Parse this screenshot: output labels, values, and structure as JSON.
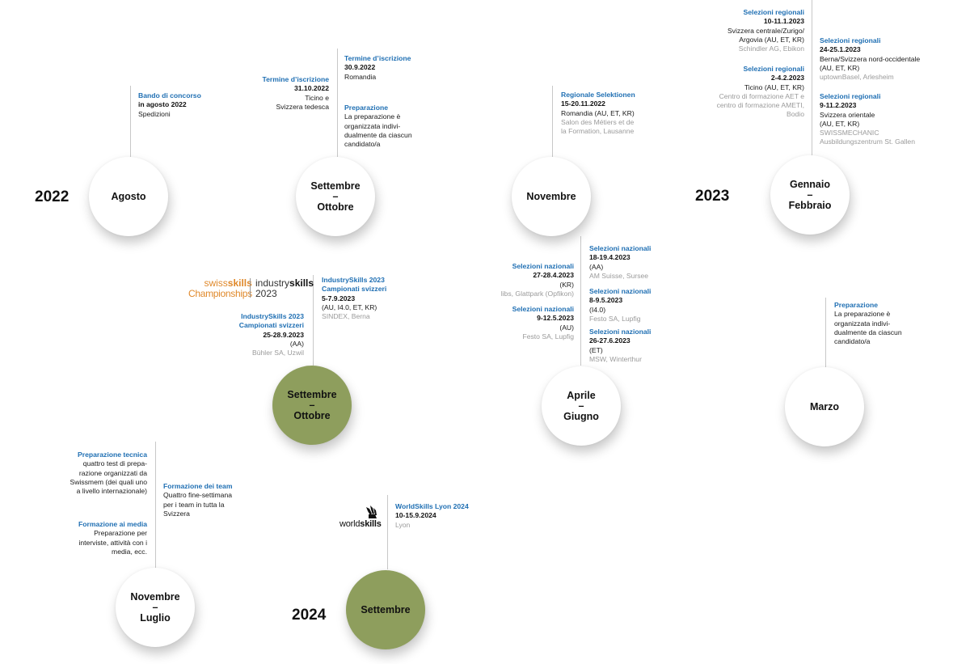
{
  "years": {
    "y2022": "2022",
    "y2023": "2023",
    "y2024": "2024"
  },
  "circles": {
    "agosto": [
      "Agosto"
    ],
    "sett_ott_1": [
      "Settembre",
      "–",
      "Ottobre"
    ],
    "novembre": [
      "Novembre"
    ],
    "genn_febb": [
      "Gennaio",
      "–",
      "Febbraio"
    ],
    "sett_ott_2": [
      "Settembre",
      "–",
      "Ottobre"
    ],
    "apr_giu": [
      "Aprile",
      "–",
      "Giugno"
    ],
    "marzo": [
      "Marzo"
    ],
    "nov_lug": [
      "Novembre",
      "–",
      "Luglio"
    ],
    "settembre": [
      "Settembre"
    ]
  },
  "blocks": {
    "bando": [
      "Bando di concorso",
      "in agosto 2022",
      "Spedizioni"
    ],
    "termine_ti": [
      "Termine d’iscrizione",
      "31.10.2022",
      "Ticino e",
      "Svizzera tedesca"
    ],
    "termine_ro": [
      "Termine d’iscrizione",
      "30.9.2022",
      "Romandia"
    ],
    "prep1": [
      "Preparazione",
      "La preparazione è",
      "organizzata indivi-",
      "dualmente da ciascun",
      "candidato/a"
    ],
    "reg_sel": [
      "Regionale Selektionen",
      "15-20.11.2022",
      "Romandia (AU, ET, KR)",
      "Salon des Métiers et de",
      "la Formation, Lausanne"
    ],
    "sr1": [
      "Selezioni regionali",
      "10-11.1.2023",
      "Svizzera centrale/Zurigo/",
      "Argovia  (AU, ET, KR)",
      "Schindler AG, Ebikon"
    ],
    "sr2": [
      "Selezioni regionali",
      "2-4.2.2023",
      "Ticino (AU, ET, KR)",
      "Centro di formazione AET e",
      "centro di formazione AMETI,",
      "Bodio"
    ],
    "sr3": [
      "Selezioni regionali",
      "24-25.1.2023",
      "Berna/Svizzera nord-occidentale",
      "(AU, ET, KR)",
      "uptownBasel, Arlesheim"
    ],
    "sr4": [
      "Selezioni regionali",
      "9-11.2.2023",
      "Svizzera orientale",
      "(AU, ET, KR)",
      "SWISSMECHANIC",
      "Ausbildungszentrum St. Gallen"
    ],
    "is_aa": [
      "IndustrySkills 2023",
      "Campionati svizzeri",
      "25-28.9.2023",
      "(AA)",
      "Bühler SA, Uzwil"
    ],
    "is_au": [
      "IndustrySkills 2023",
      "Campionati svizzeri",
      "5-7.9.2023",
      "(AU, I4.0, ET, KR)",
      "SINDEX, Berna"
    ],
    "sn_kr": [
      "Selezioni nazionali",
      "27-28.4.2023",
      "(KR)",
      "libs, Glattpark (Opfikon)"
    ],
    "sn_au": [
      "Selezioni nazionali",
      "9-12.5.2023",
      "(AU)",
      "Festo SA, Lupfig"
    ],
    "sn_aa": [
      "Selezioni nazionali",
      "18-19.4.2023",
      "(AA)",
      "AM Suisse, Sursee"
    ],
    "sn_i4": [
      "Selezioni nazionali",
      "8-9.5.2023",
      "(I4.0)",
      "Festo SA, Lupfig"
    ],
    "sn_et": [
      "Selezioni nazionali",
      "26-27.6.2023",
      "(ET)",
      "MSW, Winterthur"
    ],
    "prep2": [
      "Preparazione",
      "La preparazione è",
      "organizzata indivi-",
      "dualmente da ciascun",
      "candidato/a"
    ],
    "prep_tec": [
      "Preparazione tecnica",
      "quattro test di prepa-",
      "razione organizzati da",
      "Swissmem (dei quali uno",
      "a livello internazionale)"
    ],
    "media": [
      "Formazione ai media",
      "Preparazione per",
      "interviste, attività con i",
      "media, ecc."
    ],
    "team": [
      "Formazione dei team",
      "Quattro fine-settimana",
      "per i team in tutta la",
      "Svizzera"
    ],
    "ws": [
      "WorldSkills Lyon 2024",
      "10-15.9.2024",
      "Lyon"
    ]
  },
  "logos": {
    "swiss_a": "swiss",
    "swiss_b": "skills",
    "swiss_c": "Championships",
    "industry_a": "industry",
    "industry_b": "skills",
    "industry_year": "2023",
    "worldskills_a": "world",
    "worldskills_b": "skills"
  },
  "colors": {
    "title_blue": "#1f6fb3",
    "green": "#8e9e5d",
    "swiss_orange": "#e0892b"
  }
}
